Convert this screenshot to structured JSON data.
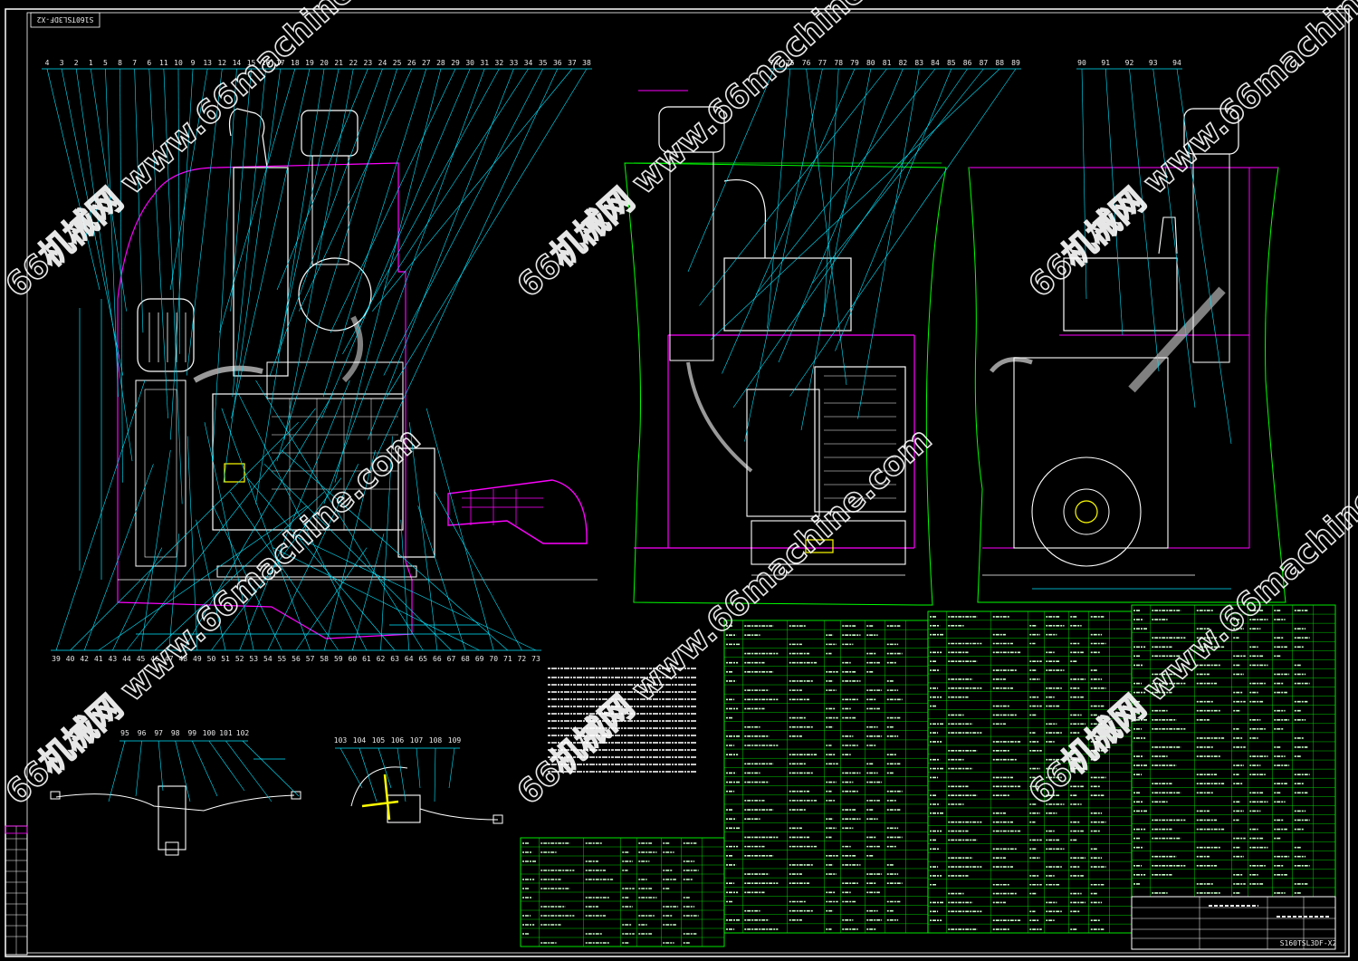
{
  "drawing": {
    "code_stamp": "S160TSL3DF-X2",
    "title_block_code": "S160TSL3DF-X2"
  },
  "watermark": {
    "text": "66机械网 www.66machine.com"
  },
  "callouts": {
    "top_front": [
      "4",
      "3",
      "2",
      "1",
      "5",
      "8",
      "7",
      "6",
      "11",
      "10",
      "9",
      "13",
      "12",
      "14",
      "15",
      "16",
      "17",
      "18",
      "19",
      "20",
      "21",
      "22",
      "23",
      "24",
      "25",
      "26",
      "27",
      "28",
      "29",
      "30",
      "31",
      "32",
      "33",
      "34",
      "35",
      "36",
      "37",
      "38"
    ],
    "bottom_front": [
      "39",
      "40",
      "42",
      "41",
      "43",
      "44",
      "45",
      "46",
      "47",
      "48",
      "49",
      "50",
      "51",
      "52",
      "53",
      "54",
      "55",
      "56",
      "57",
      "58",
      "59",
      "60",
      "61",
      "62",
      "63",
      "64",
      "65",
      "66",
      "67",
      "68",
      "69",
      "70",
      "71",
      "72",
      "73"
    ],
    "top_side": [
      "74",
      "75",
      "76",
      "77",
      "78",
      "79",
      "80",
      "81",
      "82",
      "83",
      "84",
      "85",
      "86",
      "87",
      "88",
      "89"
    ],
    "top_rear": [
      "90",
      "91",
      "92",
      "93",
      "94"
    ],
    "detail_left": [
      "95",
      "96",
      "97",
      "98",
      "99",
      "100",
      "101",
      "102"
    ],
    "detail_right": [
      "103",
      "104",
      "105",
      "106",
      "107",
      "108",
      "109"
    ]
  },
  "colors": {
    "background": "#000000",
    "outline": "#ffffff",
    "leader": "#00e5ff",
    "envelope": "#ff00ff",
    "frame": "#00ff00",
    "accent": "#ffff00"
  }
}
